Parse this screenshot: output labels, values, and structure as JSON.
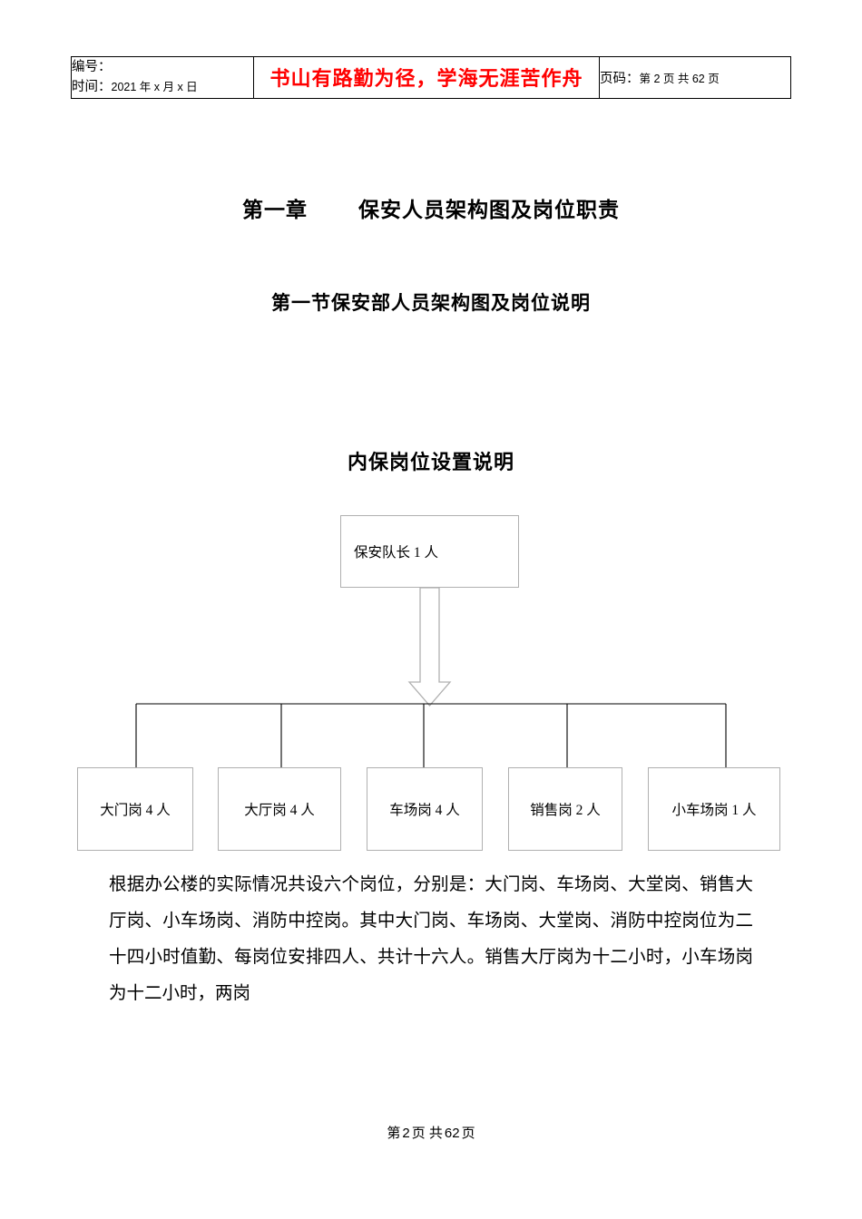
{
  "header": {
    "number_label": "编号：",
    "time_label": "时间：",
    "time_value": "2021 年 x 月 x 日",
    "slogan": "书山有路勤为径，学海无涯苦作舟",
    "page_label": "页码：",
    "page_value": "第 2 页  共 62 页",
    "slogan_color": "#ff0000"
  },
  "titles": {
    "chapter_prefix": "第一章",
    "chapter_name": "保安人员架构图及岗位职责",
    "section": "第一节保安部人员架构图及岗位说明",
    "diagram": "内保岗位设置说明"
  },
  "org_chart": {
    "root": "保安队长 1 人",
    "leaves": [
      "大门岗 4 人",
      "大厅岗 4 人",
      "车场岗 4 人",
      "销售岗 2 人",
      "小车场岗 1 人"
    ]
  },
  "body": {
    "paragraph": "根据办公楼的实际情况共设六个岗位，分别是：大门岗、车场岗、大堂岗、销售大厅岗、小车场岗、消防中控岗。其中大门岗、车场岗、大堂岗、消防中控岗位为二十四小时值勤、每岗位安排四人、共计十六人。销售大厅岗为十二小时，小车场岗为十二小时，两岗"
  },
  "footer": {
    "prefix": "第",
    "page": "2",
    "middle": "页  共",
    "total": "62",
    "suffix": "页"
  }
}
